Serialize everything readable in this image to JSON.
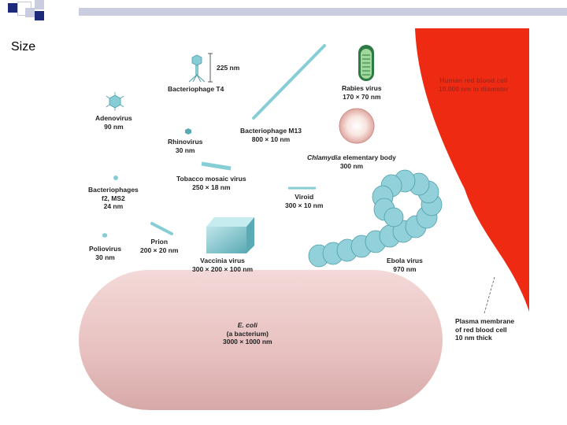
{
  "slide": {
    "title": "Size"
  },
  "colors": {
    "rbc": "#ee2a12",
    "virus": "#87cdd6",
    "virus_dark": "#4e9ea8",
    "ecoli": "#e8c3c3",
    "topbar": "#c9cddf",
    "deco": "#1d2a7c"
  },
  "labels": {
    "t4": {
      "name": "Bacteriophage T4",
      "size": "225 nm"
    },
    "rabies": {
      "name": "Rabies virus",
      "size": "170 × 70 nm"
    },
    "rbc": {
      "name": "Human red blood cell",
      "size": "10,000 nm in diameter"
    },
    "adenovirus": {
      "name": "Adenovirus",
      "size": "90 nm"
    },
    "rhinovirus": {
      "name": "Rhinovirus",
      "size": "30 nm"
    },
    "m13": {
      "name": "Bacteriophage M13",
      "size": "800 × 10 nm"
    },
    "chlamydia": {
      "name_italic": "Chlamydia",
      "name_rest": " elementary body",
      "size": "300 nm"
    },
    "tmv": {
      "name": "Tobacco mosaic virus",
      "size": "250 × 18 nm"
    },
    "f2": {
      "line1": "Bacteriophages",
      "line2": "f2, MS2",
      "line3": "24 nm"
    },
    "viroid": {
      "name": "Viroid",
      "size": "300 × 10 nm"
    },
    "polio": {
      "name": "Poliovirus",
      "size": "30 nm"
    },
    "prion": {
      "name": "Prion",
      "size": "200 × 20 nm"
    },
    "vaccinia": {
      "name": "Vaccinia virus",
      "size": "300 × 200 × 100 nm"
    },
    "ebola": {
      "name": "Ebola virus",
      "size": "970 nm"
    },
    "ecoli": {
      "line1": "E. coli",
      "line2": "(a bacterium)",
      "line3": "3000 × 1000 nm"
    },
    "membrane": {
      "line1": "Plasma membrane",
      "line2": "of red blood cell",
      "line3": "10 nm thick"
    }
  }
}
